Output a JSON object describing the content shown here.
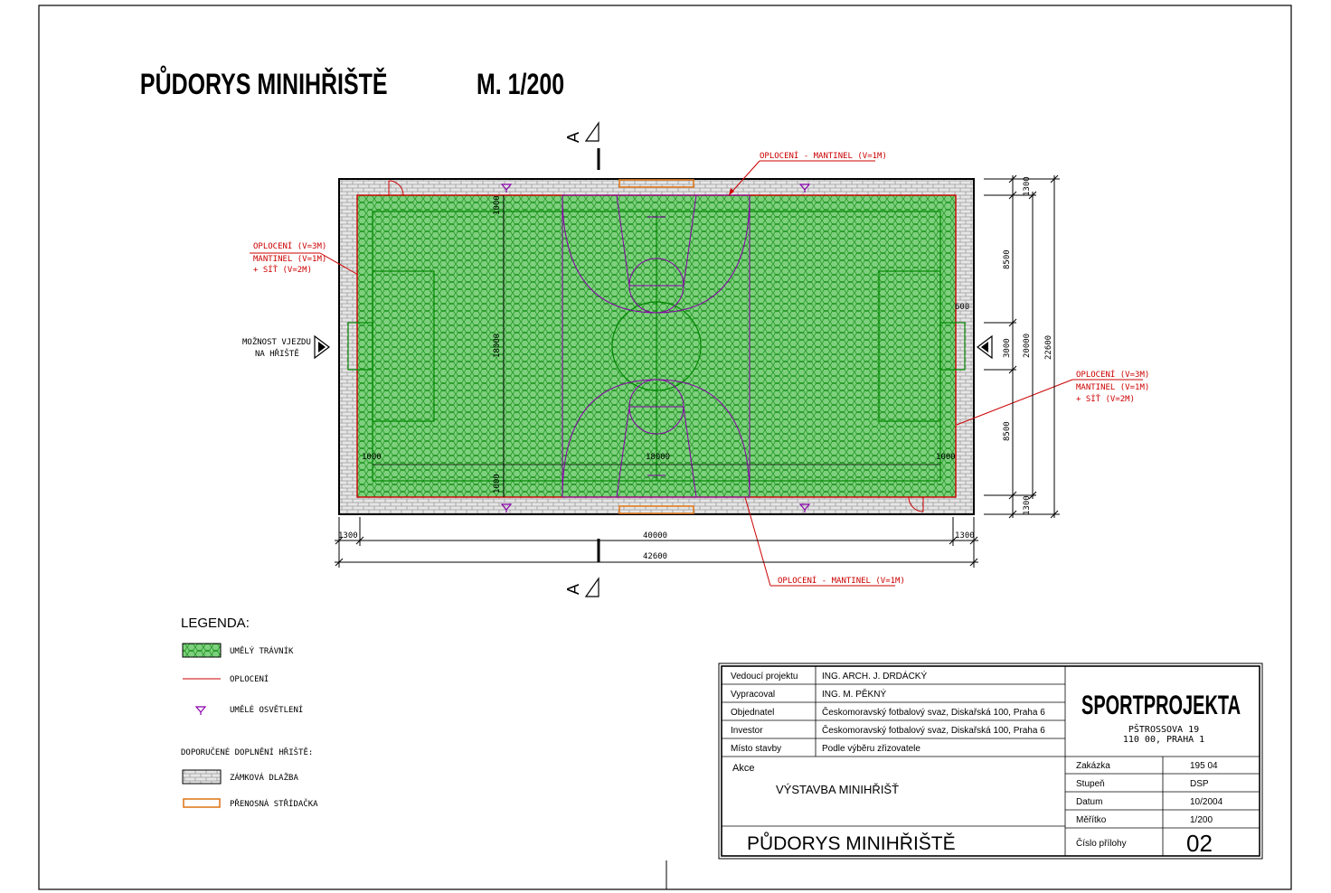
{
  "colors": {
    "grass": "#2e9e2e",
    "grass_bg": "#7ed07e",
    "line": "#008800",
    "fence": "#cc0000",
    "lighting": "#8800aa",
    "bench": "#e07b20",
    "paving": "#d8d8d8"
  },
  "title": {
    "main": "PŮDORYS MINIHŘIŠTĚ",
    "scale": "M. 1/200"
  },
  "section_mark": "A",
  "callouts": {
    "top": "OPLOCENÍ - MANTINEL (V=1M)",
    "bottom": "OPLOCENÍ - MANTINEL (V=1M)",
    "left": [
      "OPLOCENÍ (V=3M)",
      "MANTINEL (V=1M)",
      "+ SÍŤ (V=2M)"
    ],
    "right": [
      "OPLOCENÍ (V=3M)",
      "MANTINEL (V=1M)",
      "+ SÍŤ (V=2M)"
    ],
    "entry": [
      "MOŽNOST VJEZDU",
      "NA HŘIŠTĚ"
    ]
  },
  "dimensions": {
    "bottom_inner": "40000",
    "bottom_total": "42600",
    "side_margin": "1300",
    "right_total": "22600",
    "right_inner": "20000",
    "right_seg_1": "8500",
    "right_seg_2": "3000",
    "right_seg_3": "8500",
    "right_top": "1300",
    "right_bottom": "1300",
    "inner_1000_left": "1000",
    "inner_1000_right": "1000",
    "inner_18000_h": "18000",
    "inner_18000_v": "18000",
    "inner_1000_top": "1000",
    "inner_1000_bottom": "1000",
    "goal_600": "600"
  },
  "legend": {
    "title": "LEGENDA:",
    "items": [
      {
        "label": "UMĚLÝ TRÁVNÍK",
        "kind": "grass"
      },
      {
        "label": "OPLOCENÍ",
        "kind": "fence"
      },
      {
        "label": "UMĚLÉ OSVĚTLENÍ",
        "kind": "light"
      }
    ],
    "subtitle": "DOPORUČENÉ DOPLNĚNÍ HŘIŠTĚ:",
    "extras": [
      {
        "label": "ZÁMKOVÁ DLAŽBA",
        "kind": "paving"
      },
      {
        "label": "PŘENOSNÁ STŘÍDAČKA",
        "kind": "bench"
      }
    ]
  },
  "titleblock": {
    "rows": [
      {
        "label": "Vedoucí projektu",
        "value": "ING. ARCH. J. DRDÁCKÝ"
      },
      {
        "label": "Vypracoval",
        "value": "ING. M. PĚKNÝ"
      },
      {
        "label": "Objednatel",
        "value": "Českomoravský fotbalový svaz, Diskařská 100, Praha 6"
      },
      {
        "label": "Investor",
        "value": "Českomoravský fotbalový svaz, Diskařská 100, Praha 6"
      },
      {
        "label": "Místo stavby",
        "value": "Podle výběru zřizovatele"
      }
    ],
    "company": "SPORTPROJEKTA",
    "address1": "PŠTROSSOVA 19",
    "address2": "110 00, PRAHA 1",
    "akce_label": "Akce",
    "akce_value": "VÝSTAVBA MINIHŘIŠŤ",
    "drawing_title": "PŮDORYS MINIHŘIŠTĚ",
    "meta": [
      {
        "label": "Zakázka",
        "value": "195 04"
      },
      {
        "label": "Stupeň",
        "value": "DSP"
      },
      {
        "label": "Datum",
        "value": "10/2004"
      },
      {
        "label": "Měřítko",
        "value": "1/200"
      },
      {
        "label": "Číslo přílohy",
        "value": "02"
      }
    ]
  }
}
